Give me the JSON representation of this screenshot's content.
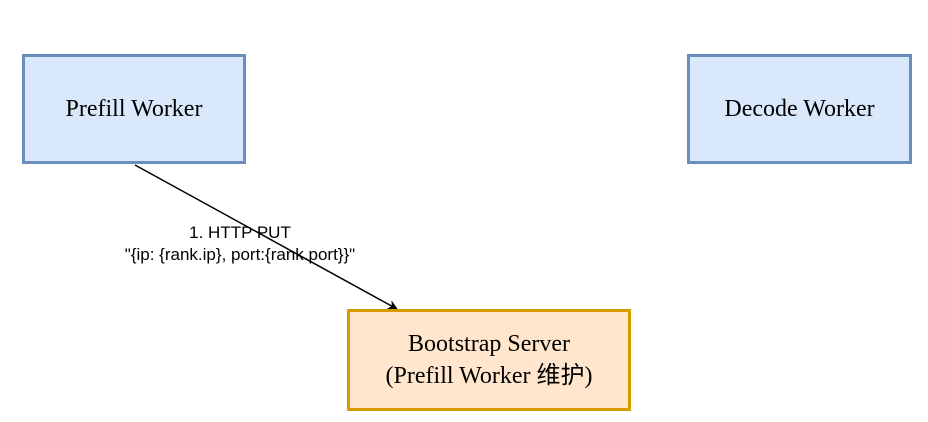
{
  "nodes": {
    "prefill": {
      "label": "Prefill Worker"
    },
    "decode": {
      "label": "Decode Worker"
    },
    "bootstrap": {
      "line1": "Bootstrap Server",
      "line2": "(Prefill Worker 维护)"
    }
  },
  "edges": [
    {
      "from": "prefill",
      "to": "bootstrap",
      "label_line1": "1. HTTP PUT",
      "label_line2": "\"{ip: {rank.ip}, port:{rank.port}}\""
    }
  ],
  "colors": {
    "blue_fill": "#dae8fc",
    "blue_stroke": "#6c8ebf",
    "orange_fill": "#ffe6cc",
    "orange_stroke": "#d79b00"
  }
}
